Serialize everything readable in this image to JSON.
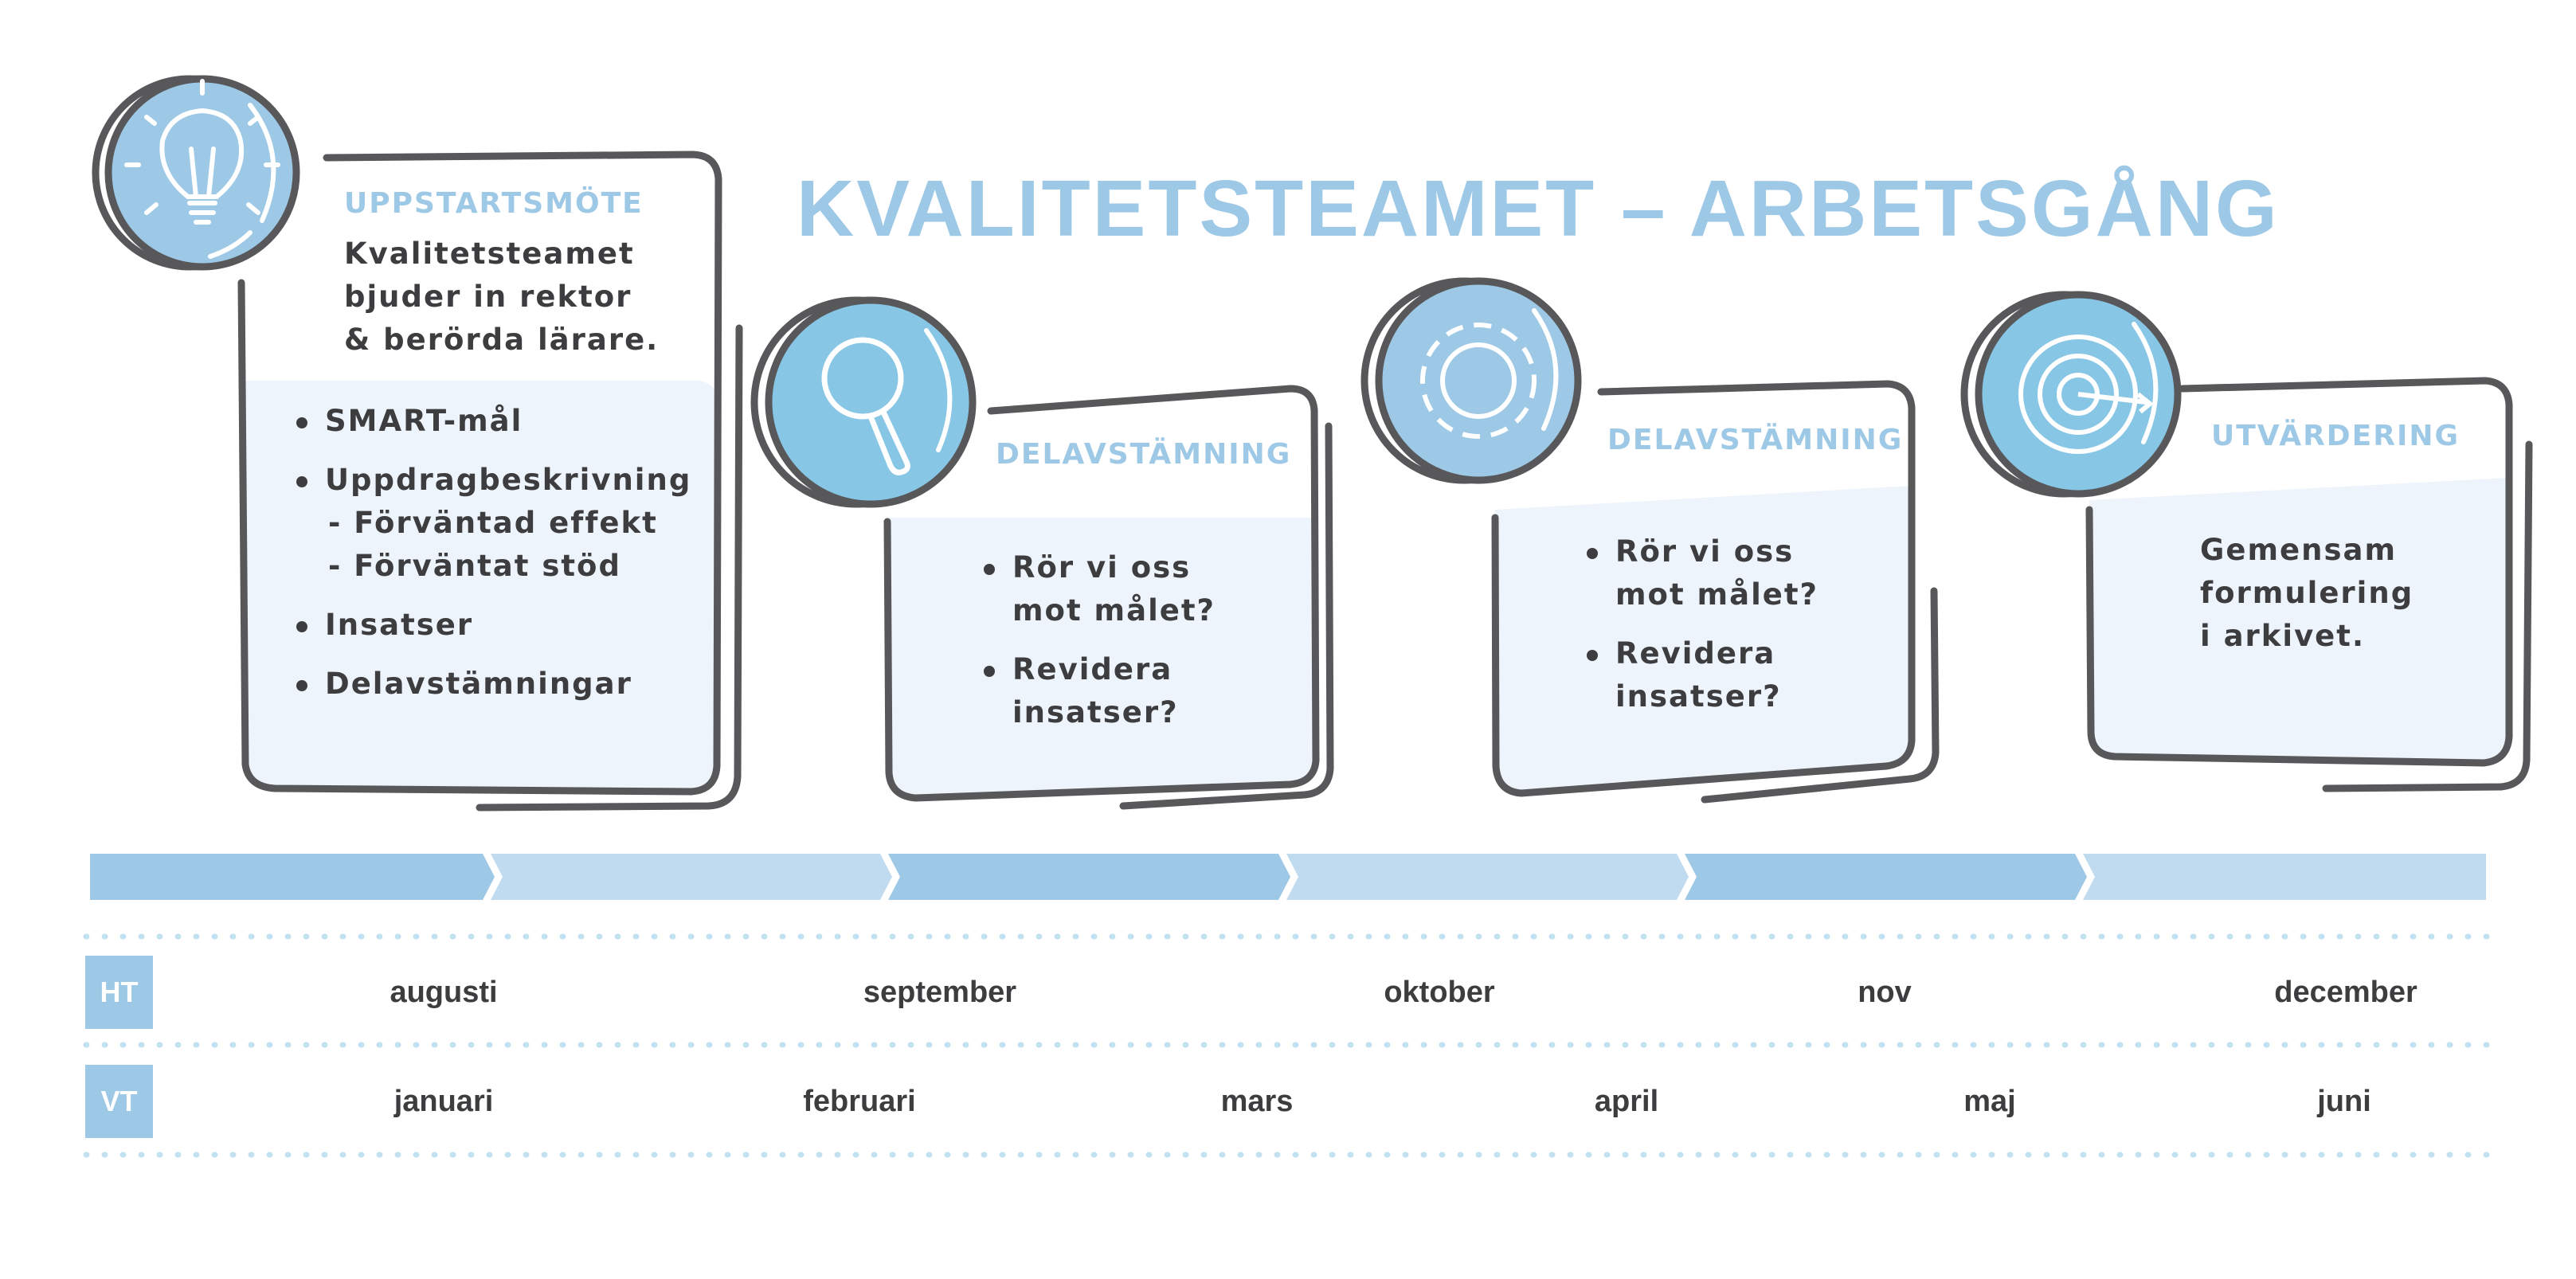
{
  "title": "KVALITETSTEAMET – ARBETSGÅNG",
  "colors": {
    "accent": "#9dc8e6",
    "accent_light": "#c0dbef",
    "fill": "#edf4fb",
    "stroke": "#58585a",
    "text": "#3d3d40"
  },
  "steps": [
    {
      "icon": "lightbulb-icon",
      "title": "UPPSTARTSMÖTE",
      "intro": [
        "Kvalitetsteamet",
        "bjuder in rektor",
        "& berörda lärare."
      ],
      "bullets": [
        "SMART-mål",
        "Uppdragbeskrivning",
        "Insatser",
        "Delavstämningar"
      ],
      "subitems": [
        "- Förväntad effekt",
        "- Förväntat stöd"
      ]
    },
    {
      "icon": "magnifier-icon",
      "title": "DELAVSTÄMNING",
      "bullets": [
        [
          "Rör vi oss",
          "mot målet?"
        ],
        [
          "Revidera",
          "insatser?"
        ]
      ]
    },
    {
      "icon": "gear-icon",
      "title": "DELAVSTÄMNING",
      "bullets": [
        [
          "Rör vi oss",
          "mot målet?"
        ],
        [
          "Revidera",
          "insatser?"
        ]
      ]
    },
    {
      "icon": "target-icon",
      "title": "UTVÄRDERING",
      "text": [
        "Gemensam",
        "formulering",
        "i arkivet."
      ]
    }
  ],
  "timeline": {
    "terms": [
      {
        "label": "HT",
        "months": [
          "augusti",
          "september",
          "oktober",
          "nov",
          "december"
        ]
      },
      {
        "label": "VT",
        "months": [
          "januari",
          "februari",
          "mars",
          "april",
          "maj",
          "juni"
        ]
      }
    ]
  }
}
